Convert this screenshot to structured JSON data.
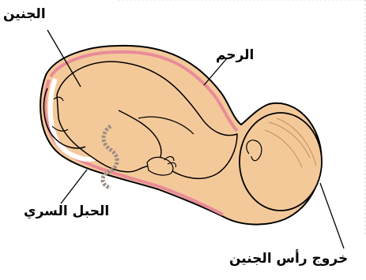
{
  "labels": {
    "fetus": "الجنين",
    "uterus": "الرحم",
    "umbilical_cord": "الحبل السري",
    "fetal_head_exit": "خروج رأس الجنين"
  },
  "colors": {
    "skin": "#f4c99a",
    "outline": "#000000",
    "uterus_wall": "#e98b98",
    "background": "#ffffff"
  }
}
